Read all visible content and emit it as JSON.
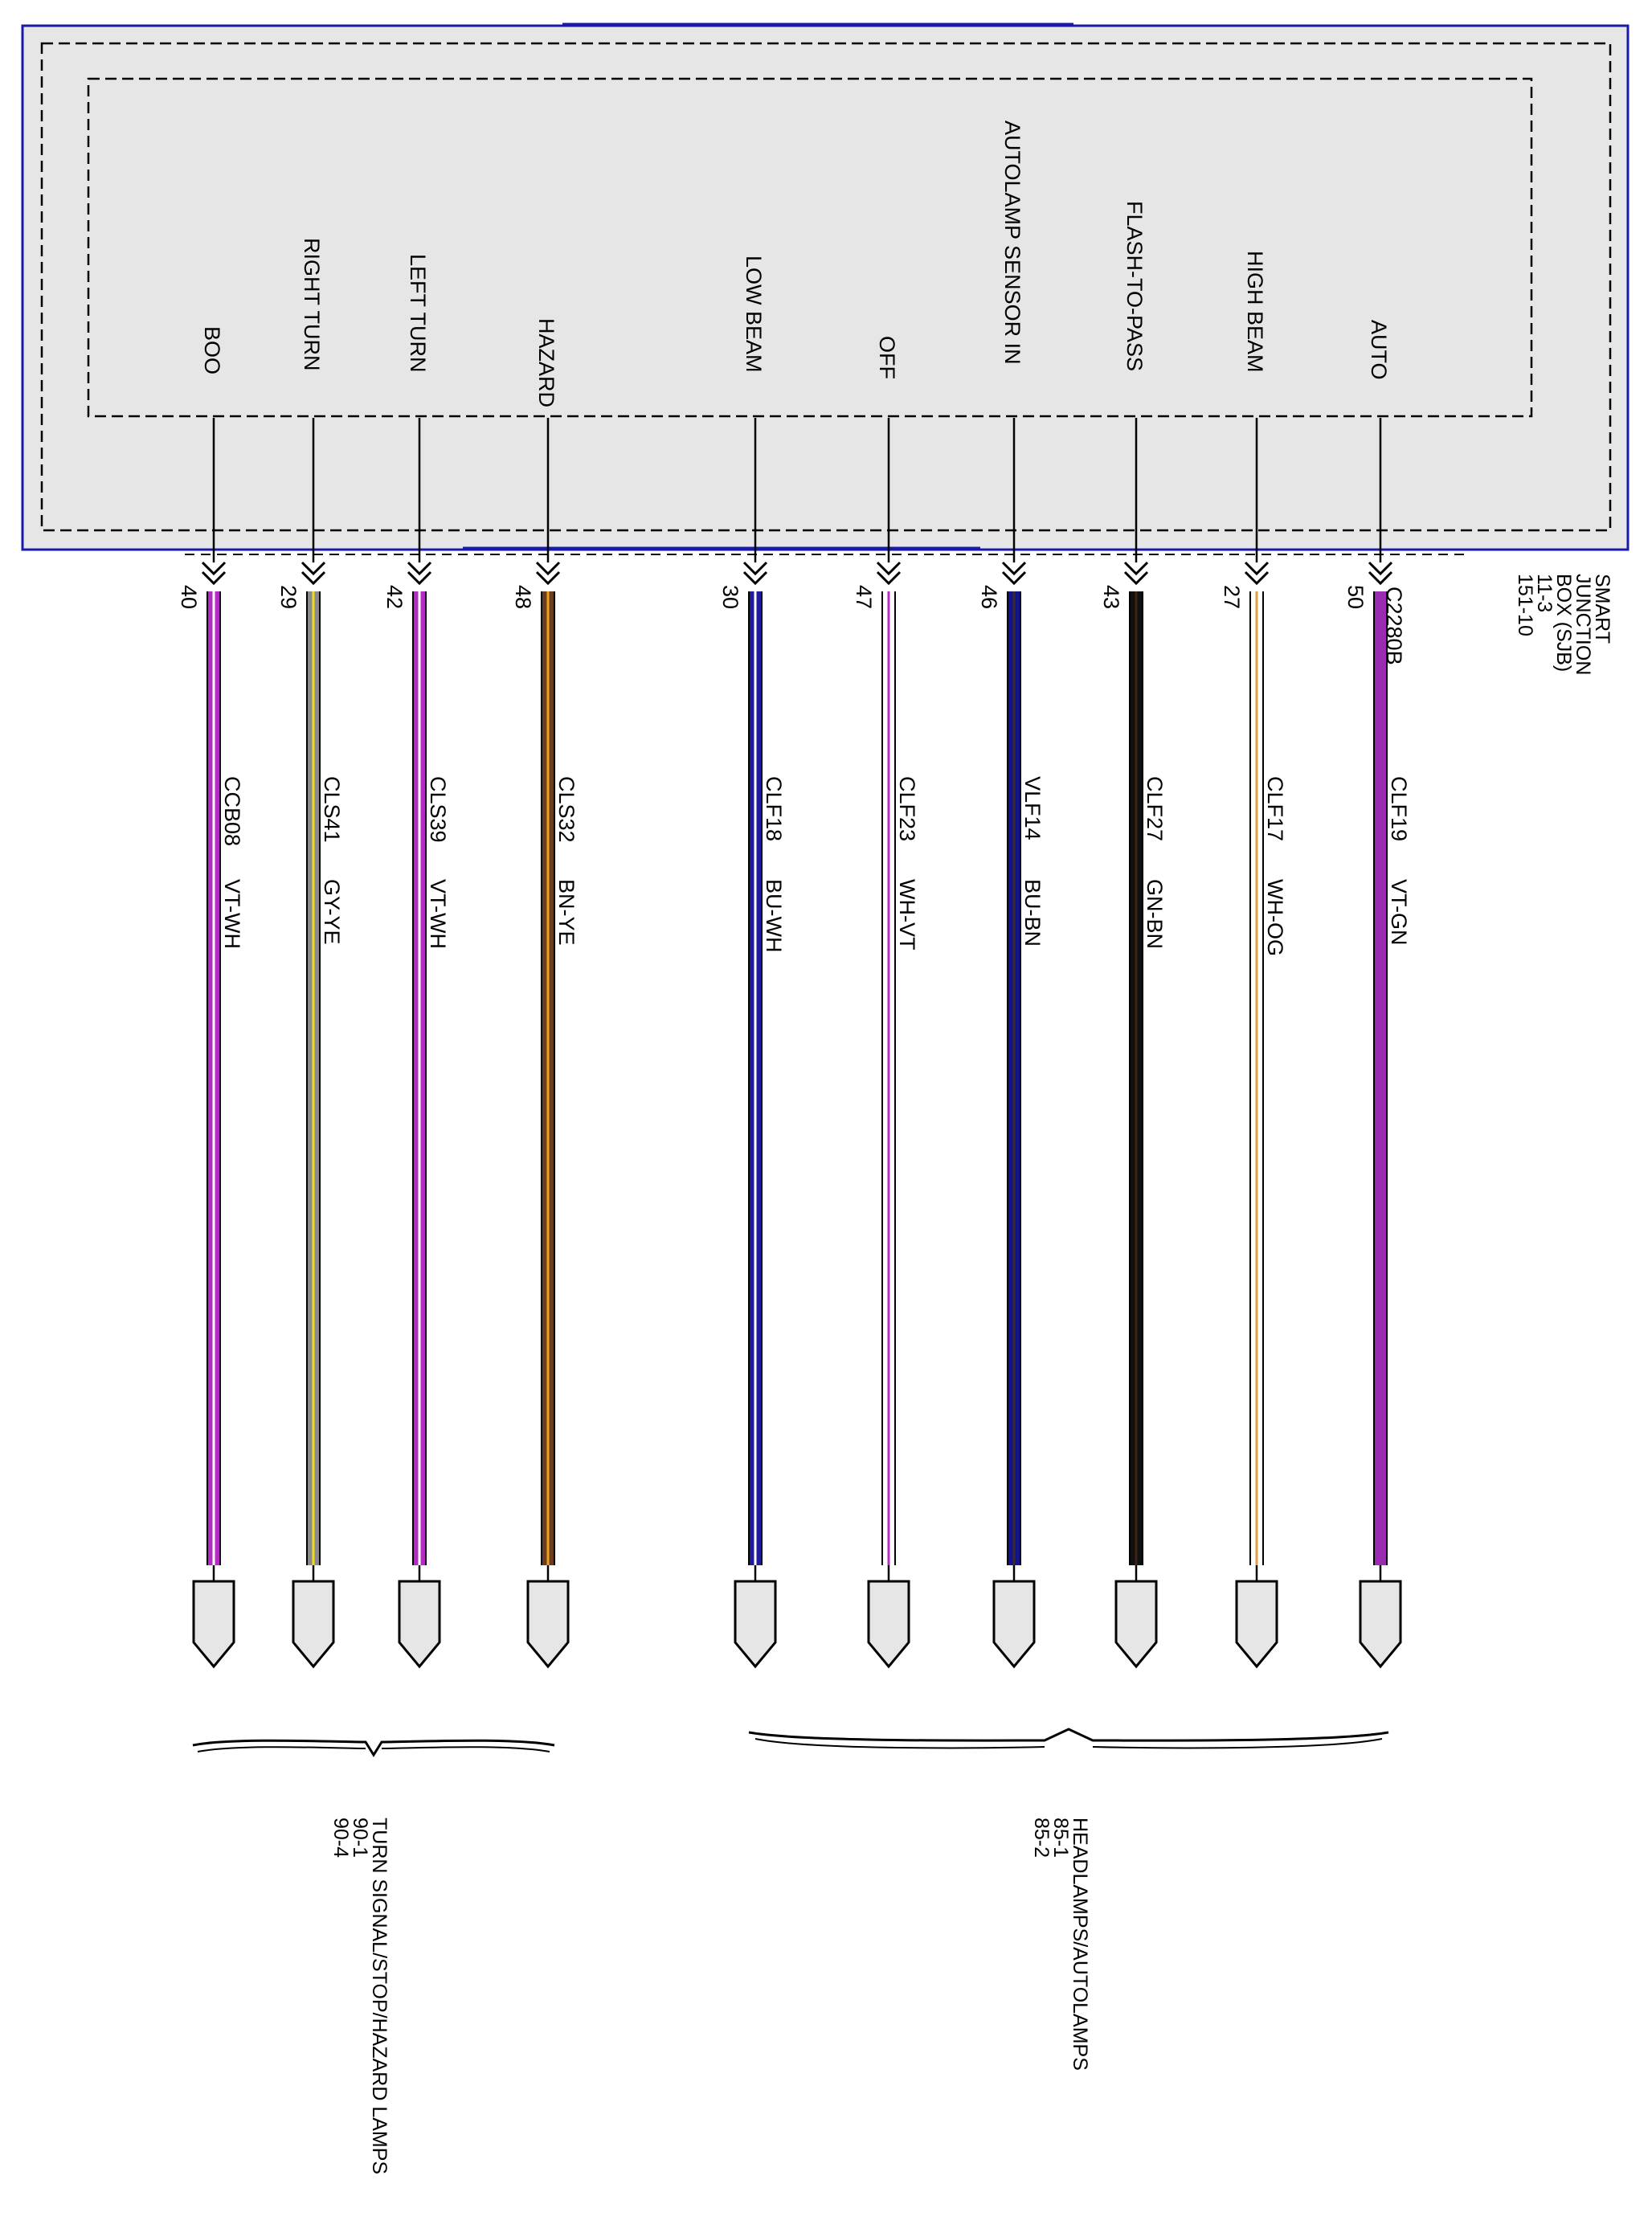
{
  "module": {
    "name_lines": [
      "SMART",
      "JUNCTION",
      "BOX (SJB)",
      "11-3",
      "151-10"
    ],
    "connector": "C2280B"
  },
  "colors": {
    "panel_fill": "#e6e6e6",
    "panel_border": "#1a1aa8",
    "terminal_fill": "#e6e6e6"
  },
  "wires": [
    {
      "signal": "BOO",
      "pin": "40",
      "circuit": "CCB08",
      "color_code": "VT-WH",
      "base": "#b42cc4",
      "stripe": "#ffffff"
    },
    {
      "signal": "RIGHT TURN",
      "pin": "29",
      "circuit": "CLS41",
      "color_code": "GY-YE",
      "base": "#8a8a8a",
      "stripe": "#f0dc1e"
    },
    {
      "signal": "LEFT TURN",
      "pin": "42",
      "circuit": "CLS39",
      "color_code": "VT-WH",
      "base": "#b42cc4",
      "stripe": "#ffffff"
    },
    {
      "signal": "HAZARD",
      "pin": "48",
      "circuit": "CLS32",
      "color_code": "BN-YE",
      "base": "#6b3d1e",
      "stripe": "#f0a020"
    },
    {
      "signal": "LOW BEAM",
      "pin": "30",
      "circuit": "CLF18",
      "color_code": "BU-WH",
      "base": "#1c1c9c",
      "stripe": "#ffffff"
    },
    {
      "signal": "OFF",
      "pin": "47",
      "circuit": "CLF23",
      "color_code": "WH-VT",
      "base": "#ffffff",
      "stripe": "#b42cc4"
    },
    {
      "signal": "AUTOLAMP SENSOR IN",
      "pin": "46",
      "circuit": "VLF14",
      "color_code": "BU-BN",
      "base": "#14148a",
      "stripe": "#3a2a2a"
    },
    {
      "signal": "FLASH-TO-PASS",
      "pin": "43",
      "circuit": "CLF27",
      "color_code": "GN-BN",
      "base": "#101010",
      "stripe": "#3b2414"
    },
    {
      "signal": "HIGH BEAM",
      "pin": "27",
      "circuit": "CLF17",
      "color_code": "WH-OG",
      "base": "#ffffff",
      "stripe": "#e0a040"
    },
    {
      "signal": "AUTO",
      "pin": "50",
      "circuit": "CLF19",
      "color_code": "VT-GN",
      "base": "#9a2cb4",
      "stripe": "#9a2cb4"
    }
  ],
  "groups": [
    {
      "lines": [
        "TURN SIGNAL/STOP/HAZARD LAMPS",
        "90-1",
        "90-4"
      ]
    },
    {
      "lines": [
        "HEADLAMPS/AUTOLAMPS",
        "85-1",
        "85-2"
      ]
    }
  ]
}
